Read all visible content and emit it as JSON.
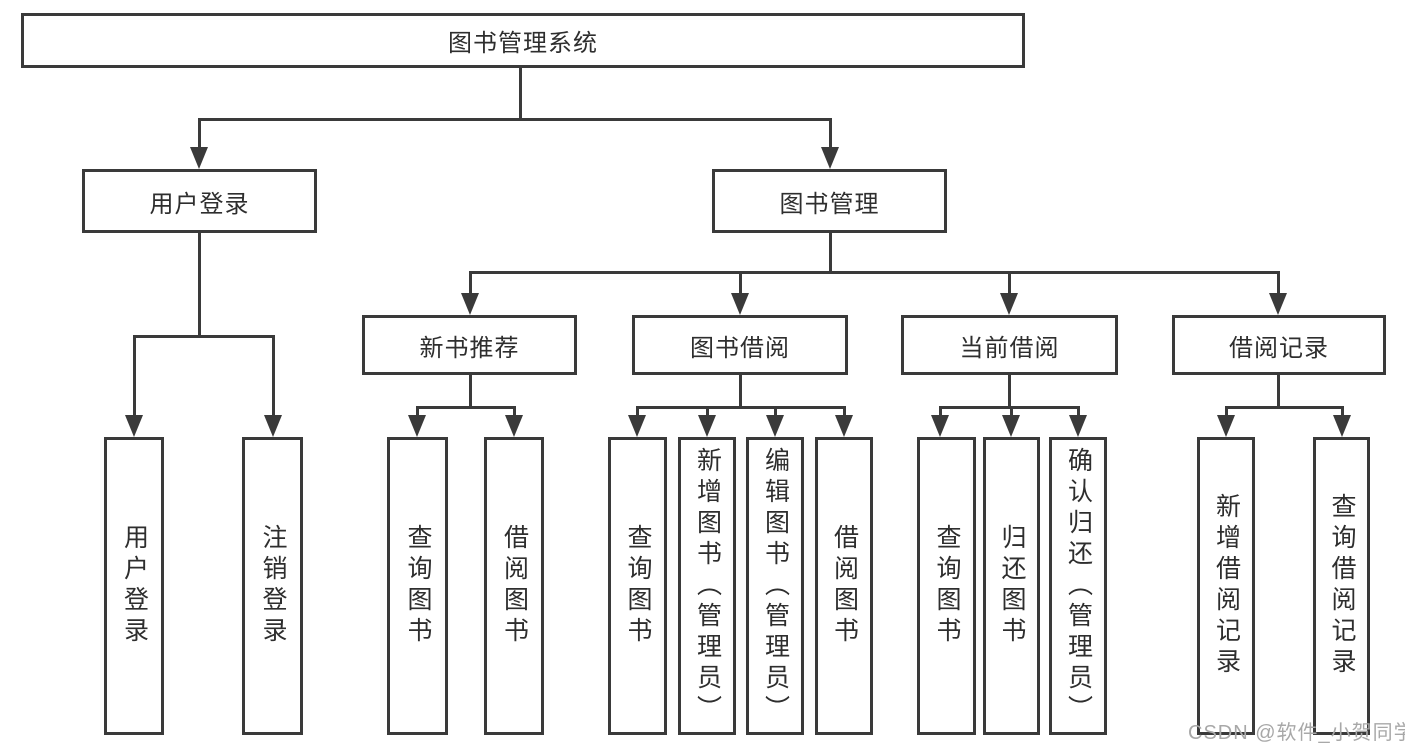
{
  "diagram": {
    "title": "图书管理系统",
    "branches": [
      {
        "label": "用户登录",
        "children": [
          "用户登录",
          "注销登录"
        ]
      },
      {
        "label": "图书管理",
        "sections": [
          {
            "label": "新书推荐",
            "children": [
              "查询图书",
              "借阅图书"
            ]
          },
          {
            "label": "图书借阅",
            "children": [
              "查询图书",
              "新增图书（管理员）",
              "编辑图书（管理员）",
              "借阅图书"
            ]
          },
          {
            "label": "当前借阅",
            "children": [
              "查询图书",
              "归还图书",
              "确认归还（管理员）"
            ]
          },
          {
            "label": "借阅记录",
            "children": [
              "新增借阅记录",
              "查询借阅记录"
            ]
          }
        ]
      }
    ]
  },
  "watermark": {
    "text": "CSDN @软件_小贺同学"
  },
  "colors": {
    "line": "#3a3a3a",
    "text": "#2e2e2e",
    "watermark": "#a8a8a8",
    "background": "#ffffff"
  }
}
